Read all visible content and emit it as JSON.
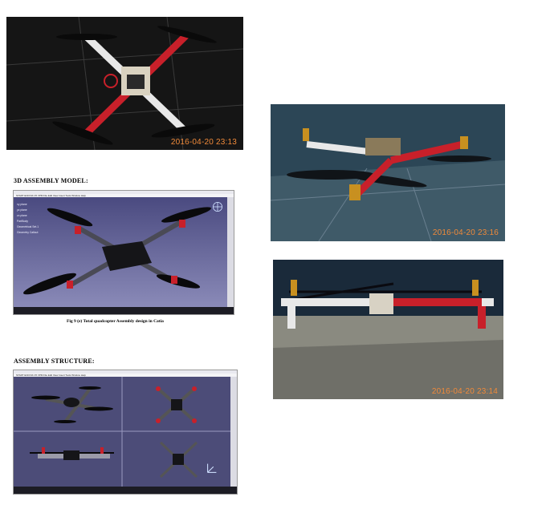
{
  "photos": {
    "top_view": {
      "timestamp": "2016-04-20 23:13"
    },
    "side_view_1": {
      "timestamp": "2016-04-20 23:16"
    },
    "side_view_2": {
      "timestamp": "2016-04-20 23:14"
    }
  },
  "sections": {
    "assembly_model_heading": "3D ASSEMBLY MODEL:",
    "assembly_structure_heading": "ASSEMBLY STRUCTURE:",
    "figure_caption": "Fig 9 (e) Total quadcopter Assembly design in Catia"
  },
  "cad_model_window": {
    "menu": "START  ENOVIA V5 VPM  File  Edit  View  Insert  Tools  Window  Help",
    "tree_items": [
      "xy plane",
      "yz plane",
      "zx plane",
      "PartBody",
      "Geometrical Set.1",
      "Geometry Callout"
    ]
  },
  "cad_structure_window": {
    "menu": "START  ENOVIA V5 VPM  File  Edit  View  Insert  Tools  Window  Help"
  },
  "colors": {
    "timestamp": "#f08a3a",
    "frame_red": "#c8202a",
    "frame_white": "#e8e8e8",
    "cad_background": "#4c4c78"
  },
  "icons": [
    "compass-icon",
    "axis-triad-icon"
  ]
}
